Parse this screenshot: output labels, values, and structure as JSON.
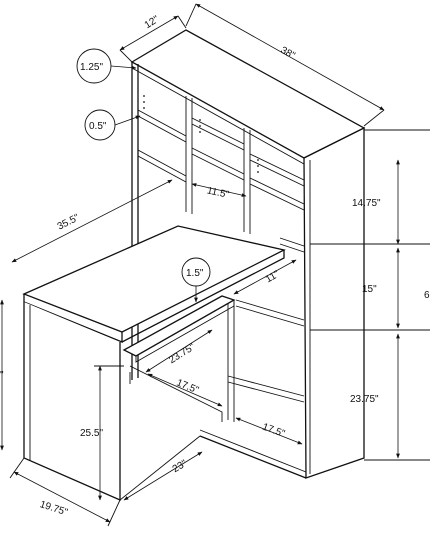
{
  "dimensions": {
    "shelf_depth": "12\"",
    "overall_width": "38\"",
    "top_thickness": "1.25\"",
    "shelf_thickness": "0.5\"",
    "cubby_width": "11.5\"",
    "desk_length": "35.5\"",
    "desk_top_thickness": "1.5\"",
    "upper_cubby_height": "14.75\"",
    "middle_opening_height": "15\"",
    "total_height_partial": "6",
    "lower_width": "11\"",
    "keyboard_depth": "23.75\"",
    "inner_width_a": "17.5\"",
    "inner_width_b": "17.5\"",
    "lower_height": "23.75\"",
    "desk_height": "25.5\"",
    "left_height_partial": "\"",
    "base_width": "23\"",
    "desk_depth": "19.75\""
  }
}
